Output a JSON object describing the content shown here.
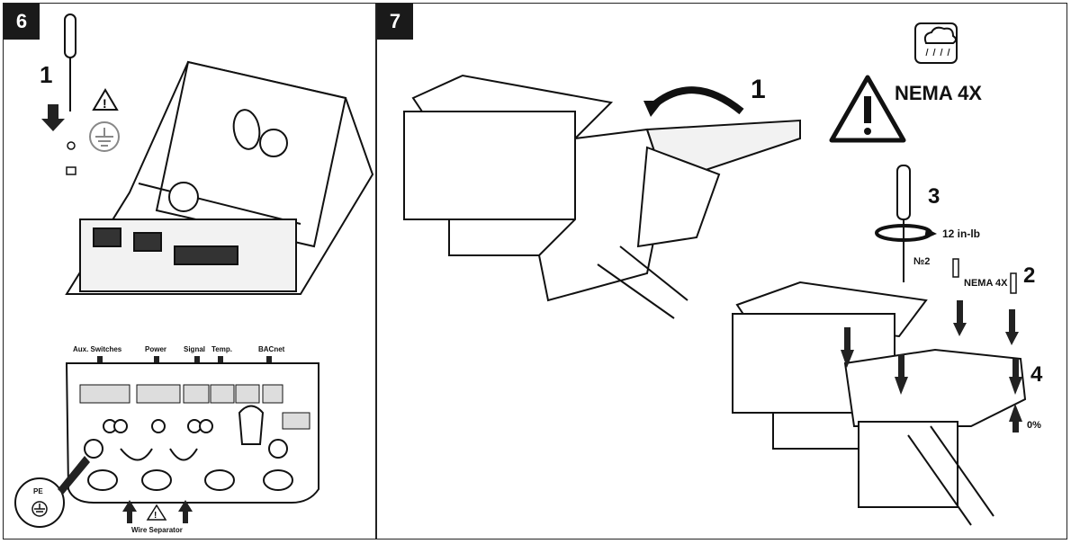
{
  "panels": [
    {
      "step": "6",
      "callouts": {
        "step": "1"
      },
      "terminal_labels": [
        "Aux. Switches",
        "Power",
        "Signal",
        "Temp.",
        "BACnet"
      ],
      "pe_label": "PE",
      "wire_separator_label": "Wire Separator"
    },
    {
      "step": "7",
      "callouts": {
        "open": "1",
        "screws": "2",
        "torque_step": "3",
        "seal": "4"
      },
      "rating": "NEMA 4X",
      "torque": "12 in-lb",
      "screwdriver_size": "№2",
      "screw_label": "NEMA 4X",
      "humidity": "0%"
    }
  ],
  "icons": [
    "screwdriver-icon",
    "warning-icon",
    "ground-icon",
    "rain-cloud-icon",
    "arrow-icon",
    "rotation-arrow-icon"
  ]
}
